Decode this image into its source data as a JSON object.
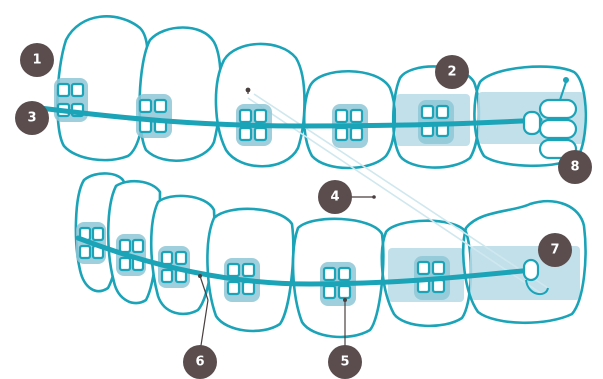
{
  "callouts": [
    {
      "id": "1",
      "label": "1"
    },
    {
      "id": "2",
      "label": "2"
    },
    {
      "id": "3",
      "label": "3"
    },
    {
      "id": "4",
      "label": "4"
    },
    {
      "id": "5",
      "label": "5"
    },
    {
      "id": "6",
      "label": "6"
    },
    {
      "id": "7",
      "label": "7"
    },
    {
      "id": "8",
      "label": "8"
    }
  ],
  "colors": {
    "accent": "#1ba3b8",
    "band": "#b7dbe6",
    "badge": "#5b4d4d"
  }
}
